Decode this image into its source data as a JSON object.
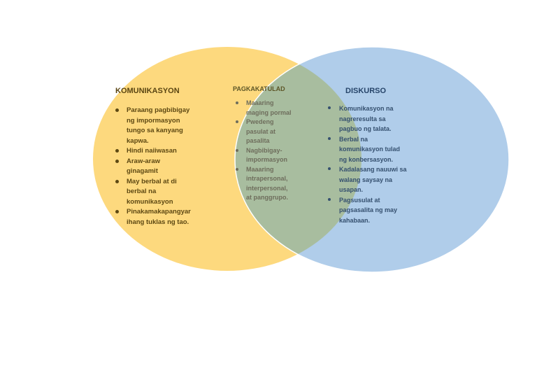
{
  "colors": {
    "left_circle": "#fdd97e",
    "right_circle": "#b0cdea",
    "overlap": "#a8bd9f",
    "outline": "#ffffff"
  },
  "left": {
    "title": "KOMUNIKASYON",
    "items": [
      [
        "Paraang pagbibigay",
        "ng impormasyon",
        "tungo sa kanyang",
        "kapwa."
      ],
      [
        "Hindi naiiwasan"
      ],
      [
        "Araw-araw",
        "ginagamit"
      ],
      [
        "May berbal at di",
        "berbal na",
        "komunikasyon"
      ],
      [
        "Pinakamakapangyar",
        "ihang tuklas ng tao."
      ]
    ]
  },
  "middle": {
    "title": "PAGKAKATULAD",
    "items": [
      [
        "Maaaring",
        "maging pormal"
      ],
      [
        "Pwedeng",
        "pasulat at",
        "pasalita"
      ],
      [
        "Nagbibigay-",
        "impormasyon"
      ],
      [
        "Maaaring",
        "intrapersonal,",
        "interpersonal,",
        "at panggrupo."
      ]
    ]
  },
  "right": {
    "title": "DISKURSO",
    "items": [
      [
        "Komunikasyon na",
        "nagreresulta sa",
        "pagbuo ng talata."
      ],
      [
        "Berbal na",
        "komunikasyon tulad",
        "ng konbersasyon."
      ],
      [
        "Kadalasang nauuwi sa",
        "walang saysay na",
        "usapan."
      ],
      [
        "Pagsusulat at",
        "pagsasalita ng may",
        "kahabaan."
      ]
    ]
  }
}
